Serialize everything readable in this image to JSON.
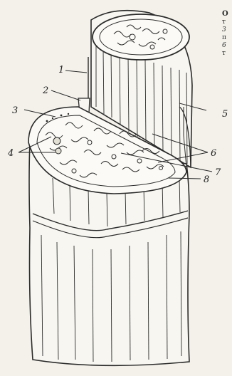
{
  "figure": {
    "labels": [
      "1",
      "2",
      "3",
      "4",
      "5",
      "6",
      "7",
      "8"
    ]
  },
  "caption_fragments": {
    "title": "О",
    "lines": [
      "т",
      "3",
      "п",
      "6",
      "т"
    ]
  },
  "colors": {
    "ink": "#2b2b2b",
    "paper": "#f3f1ea"
  }
}
